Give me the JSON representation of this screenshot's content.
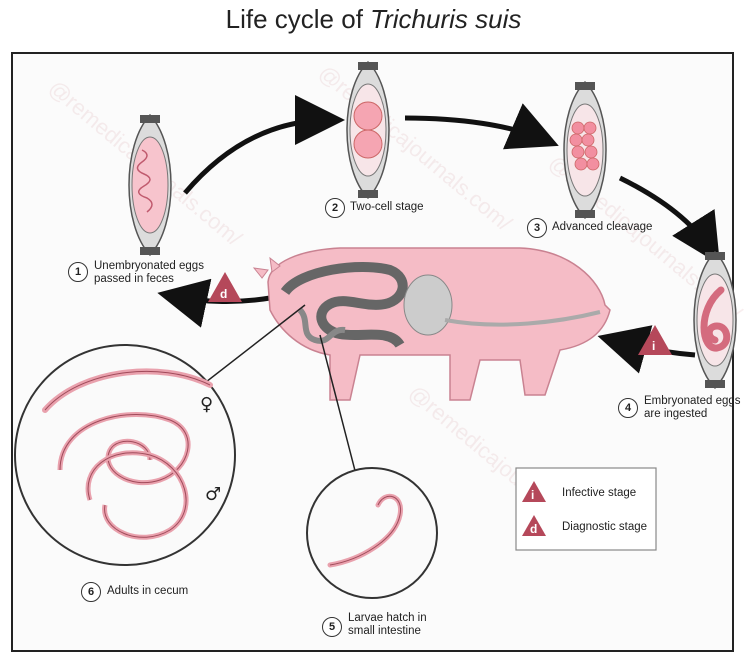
{
  "title": {
    "prefix": "Life cycle of ",
    "species": "Trichuris suis"
  },
  "stages": [
    {
      "num": "1",
      "label_line1": "Unembryonated eggs",
      "label_line2": "passed in feces"
    },
    {
      "num": "2",
      "label_line1": "Two-cell stage",
      "label_line2": ""
    },
    {
      "num": "3",
      "label_line1": "Advanced cleavage",
      "label_line2": ""
    },
    {
      "num": "4",
      "label_line1": "Embryonated eggs",
      "label_line2": "are ingested"
    },
    {
      "num": "5",
      "label_line1": "Larvae hatch in",
      "label_line2": "small intestine"
    },
    {
      "num": "6",
      "label_line1": "Adults in cecum",
      "label_line2": ""
    }
  ],
  "markers": {
    "diagnostic_letter": "d",
    "infective_letter": "i"
  },
  "sex_symbols": {
    "female": "♀",
    "male": "♂"
  },
  "legend": {
    "infective_letter": "i",
    "infective_label": "Infective stage",
    "diagnostic_letter": "d",
    "diagnostic_label": "Diagnostic stage"
  },
  "watermark": "@remedicajournals.com/",
  "colors": {
    "marker": "#b5485a",
    "pig": "#f3b7c1",
    "pig_outline": "#c98291",
    "egg_shell": "#b9b9b9",
    "cells": "#f09aa9",
    "worm": "#e9a1ad"
  }
}
